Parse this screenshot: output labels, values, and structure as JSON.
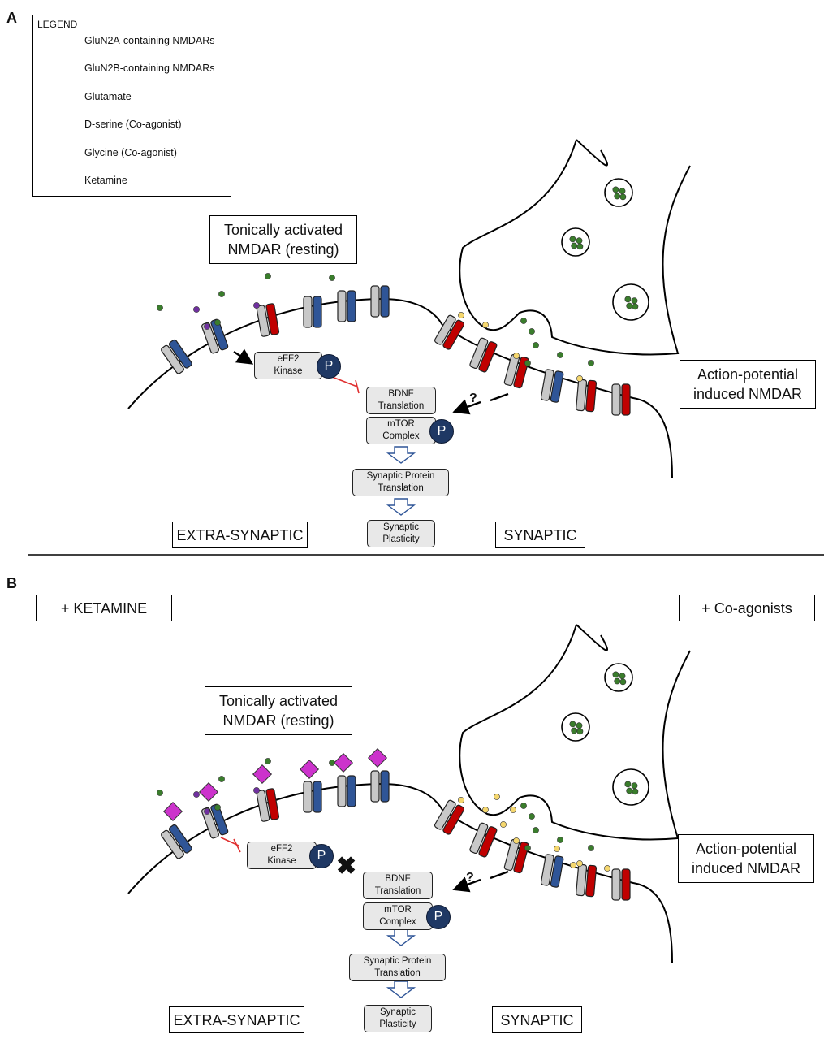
{
  "panels": {
    "a_letter": "A",
    "b_letter": "B"
  },
  "legend": {
    "title": "LEGEND",
    "items": [
      {
        "icon": "glun2a-receptor-icon",
        "label": "GluN2A-containing NMDARs"
      },
      {
        "icon": "glun2b-receptor-icon",
        "label": "GluN2B-containing NMDARs"
      },
      {
        "icon": "glutamate-dot-icon",
        "label": "Glutamate"
      },
      {
        "icon": "d-serine-dot-icon",
        "label": "D-serine (Co-agonist)"
      },
      {
        "icon": "glycine-dot-icon",
        "label": "Glycine (Co-agonist)"
      },
      {
        "icon": "ketamine-diamond-icon",
        "label": "Ketamine"
      }
    ]
  },
  "labels": {
    "tonic_line1": "Tonically activated",
    "tonic_line2": "NMDAR (resting)",
    "ap_line1": "Action-potential",
    "ap_line2": "induced NMDAR",
    "extra_synaptic": "EXTRA-SYNAPTIC",
    "synaptic": "SYNAPTIC",
    "plus_ketamine": "+ KETAMINE",
    "plus_coagonists": "+ Co-agonists",
    "question": "?"
  },
  "pathway": {
    "eff2_line1": "eFF2",
    "eff2_line2": "Kinase",
    "bdnf_line1": "BDNF",
    "bdnf_line2": "Translation",
    "mtor_line1": "mTOR",
    "mtor_line2": "Complex",
    "spt_line1": "Synaptic Protein",
    "spt_line2": "Translation",
    "sp_line1": "Synaptic",
    "sp_line2": "Plasticity",
    "phospho": "P"
  },
  "colors": {
    "glun2a": "#c00000",
    "glun2b": "#2f5597",
    "grey_subunit": "#c8c8c8",
    "glutamate": "#3a7d2c",
    "d_serine": "#f5d76e",
    "glycine": "#7030a0",
    "ketamine": "#cc33cc",
    "inhibition": "#e03030",
    "arrow_outline": "#2f5597",
    "phospho": "#1f3864"
  }
}
